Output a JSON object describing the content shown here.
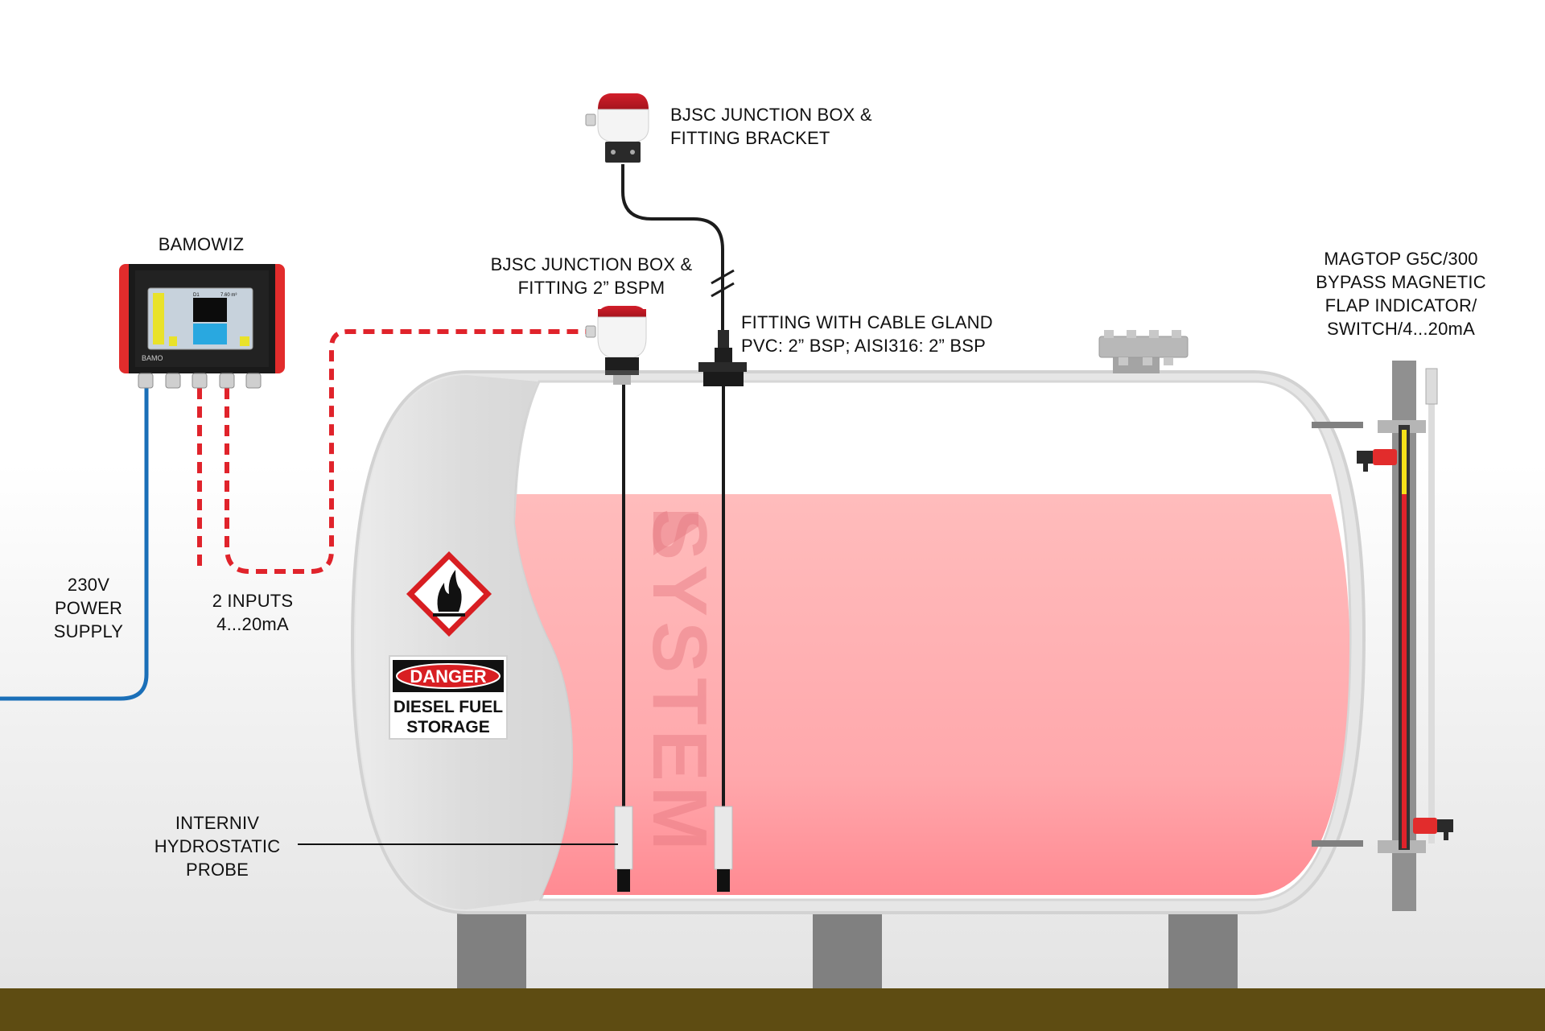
{
  "labels": {
    "bamowiz": "BAMOWIZ",
    "jb_bracket": [
      "BJSC JUNCTION BOX &",
      "FITTING BRACKET"
    ],
    "jb_bspm": [
      "BJSC JUNCTION BOX &",
      "FITTING 2” BSPM"
    ],
    "fitting_gland": [
      "FITTING WITH CABLE GLAND",
      "PVC: 2” BSP; AISI316: 2” BSP"
    ],
    "magtop": [
      "MAGTOP G5C/300",
      "BYPASS MAGNETIC",
      "FLAP INDICATOR/",
      "SWITCH/4...20mA"
    ],
    "power": [
      "230V",
      "POWER",
      "SUPPLY"
    ],
    "inputs": [
      "2 INPUTS",
      "4...20mA"
    ],
    "probe": [
      "INTERNIV",
      "HYDROSTATIC",
      "PROBE"
    ]
  },
  "sign": {
    "danger": "DANGER",
    "line1": "DIESEL FUEL",
    "line2": "STORAGE"
  },
  "watermark": "SYSTEM",
  "device_brand": "BAMO",
  "device_screen": {
    "value_left": "D1",
    "value_right": "7.60 m³"
  },
  "colors": {
    "liquid_top": "#ffbcbc",
    "liquid_bottom": "#ff8a92",
    "signal_cable": "#e0232b",
    "power_cable": "#1a6fb8",
    "device_red": "#e22c2c",
    "ground": "#5e4c12",
    "legs": "#808080"
  },
  "icons": [
    "flame-hazard-icon",
    "junction-box-icon",
    "magnetic-switch-icon"
  ]
}
